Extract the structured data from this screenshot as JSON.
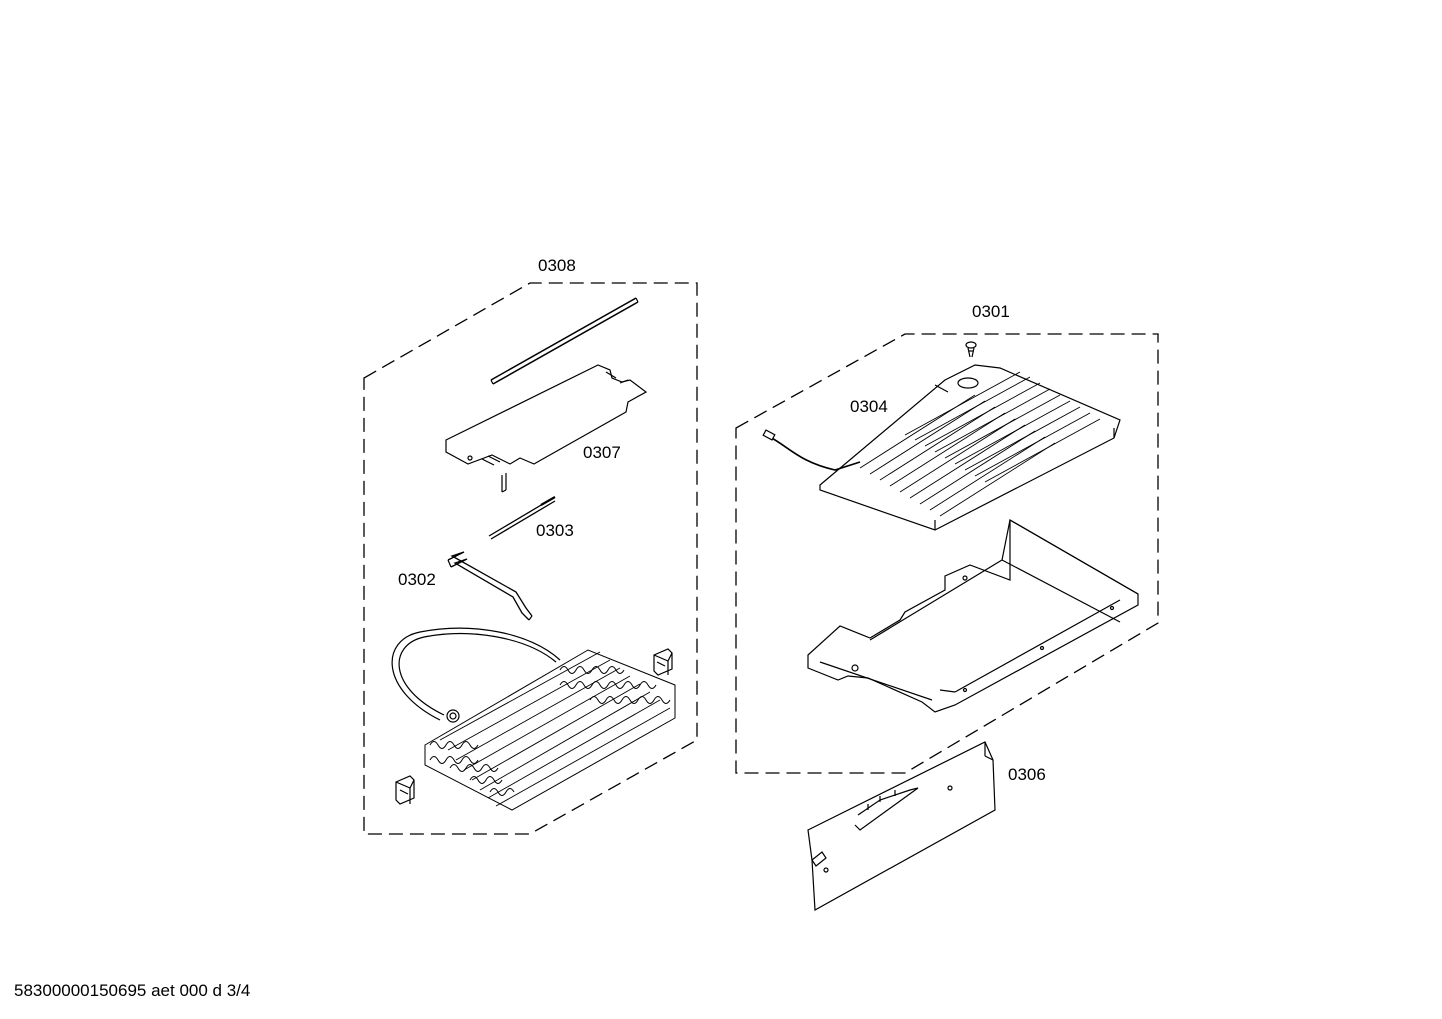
{
  "callouts": {
    "c0308": "0308",
    "c0301": "0301",
    "c0304": "0304",
    "c0307": "0307",
    "c0303": "0303",
    "c0302": "0302",
    "c0306": "0306"
  },
  "footer": {
    "doc_id": "58300000150695 aet 000 d 3/4"
  },
  "colors": {
    "line": "#000000",
    "fill": "#ffffff"
  }
}
